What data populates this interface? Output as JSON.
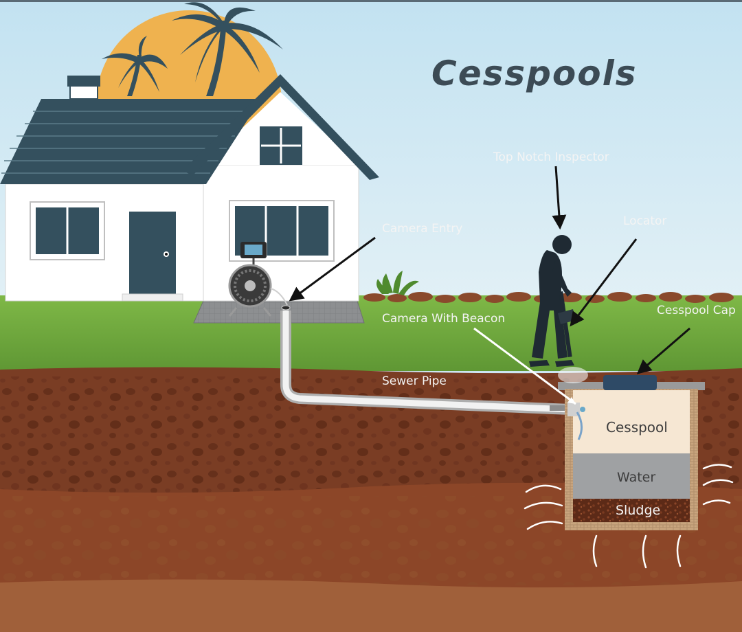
{
  "title": "Cesspools",
  "labels": {
    "top_notch_inspector": "Top Notch Inspector",
    "locator": "Locator",
    "camera_entry": "Camera Entry",
    "camera_with_beacon": "Camera With Beacon",
    "cesspool_cap": "Cesspool Cap",
    "sewer_pipe": "Sewer Pipe",
    "cesspool": "Cesspool",
    "water": "Water",
    "sludge": "Sludge"
  },
  "colors": {
    "sky": "#cde6f2",
    "sun": "#efb24f",
    "grass": "#6ea53e",
    "soil": "#7a3d24",
    "house_dark": "#34505e",
    "cesspool_fill": "#f6e7d3",
    "water_fill": "#9fa1a3",
    "sludge_fill": "#5c2a17",
    "title_color": "#3c4b55"
  }
}
